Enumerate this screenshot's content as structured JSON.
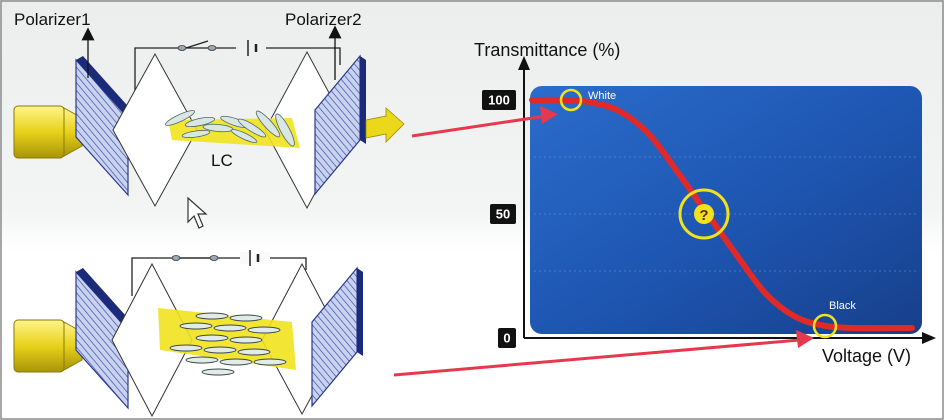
{
  "labels": {
    "polarizer1": "Polarizer1",
    "polarizer2": "Polarizer2",
    "lc": "LC"
  },
  "chart_data": {
    "type": "line",
    "ylabel": "Transmittance (%)",
    "xlabel": "Voltage (V)",
    "ylim": [
      0,
      100
    ],
    "yticks": [
      "100",
      "50",
      "0"
    ],
    "series": [
      {
        "values": [
          100,
          100,
          99,
          95,
          85,
          68,
          50,
          32,
          15,
          5,
          1,
          0,
          0,
          0
        ]
      }
    ],
    "annotations": {
      "white": "White",
      "black": "Black",
      "question": "?"
    },
    "colors": {
      "panel": "#1e59b8",
      "curve": "#e02a2a",
      "marker": "#f2e21a",
      "arrow": "#e8384e"
    }
  }
}
